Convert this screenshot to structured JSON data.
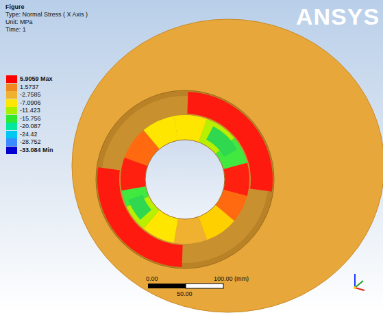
{
  "diagram": {
    "title": "Figure",
    "labels": [
      "Type: Normal Stress ( X Axis )",
      "Unit: MPa",
      "Time: 1",
      "ANSYS",
      "0.00",
      "100.00 (mm)",
      "50.00"
    ],
    "legend": [
      {
        "text": "5.9059 Max",
        "color": "#ff0000"
      },
      {
        "text": "1.5737",
        "color": "#f08a20"
      },
      {
        "text": "-2.7585",
        "color": "#f0b030"
      },
      {
        "text": "-7.0906",
        "color": "#ffe600"
      },
      {
        "text": "-11.423",
        "color": "#a8f000"
      },
      {
        "text": "-15.756",
        "color": "#30e830"
      },
      {
        "text": "-20.087",
        "color": "#00e8a0"
      },
      {
        "text": "-24.42",
        "color": "#00c8f0"
      },
      {
        "text": "-28.752",
        "color": "#3a8cff"
      },
      {
        "text": "-33.084 Min",
        "color": "#0000d0"
      }
    ]
  }
}
